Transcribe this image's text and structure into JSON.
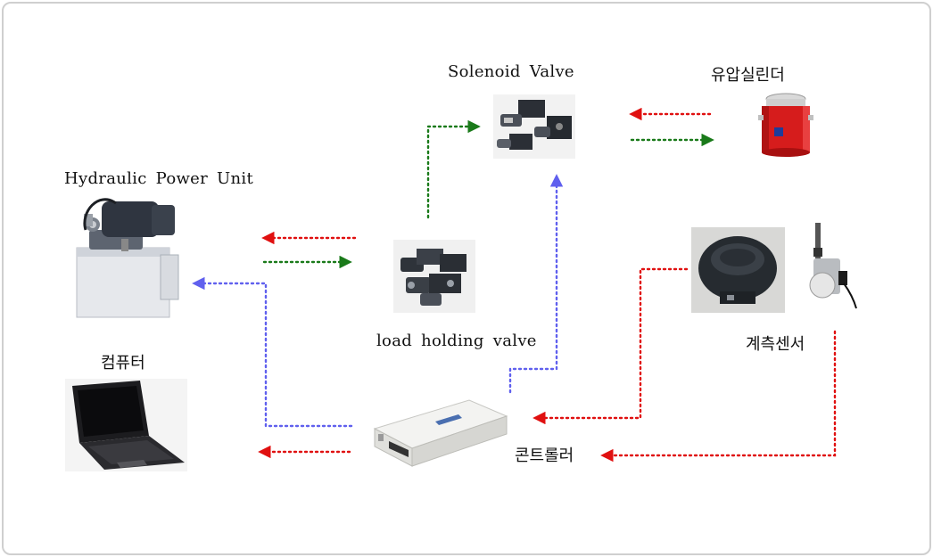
{
  "labels": {
    "hydraulic_power_unit": "Hydraulic Power Unit",
    "solenoid_valve": "Solenoid Valve",
    "hydraulic_cylinder": "유압실린더",
    "load_holding_valve": "load holding valve",
    "computer": "컴퓨터",
    "measurement_sensor": "계측센서",
    "controller": "콘트롤러"
  },
  "colors": {
    "red_arrow": "#e01010",
    "green_arrow": "#1a7a1a",
    "blue_arrow": "#6060ee",
    "border": "#cfcfcf"
  }
}
